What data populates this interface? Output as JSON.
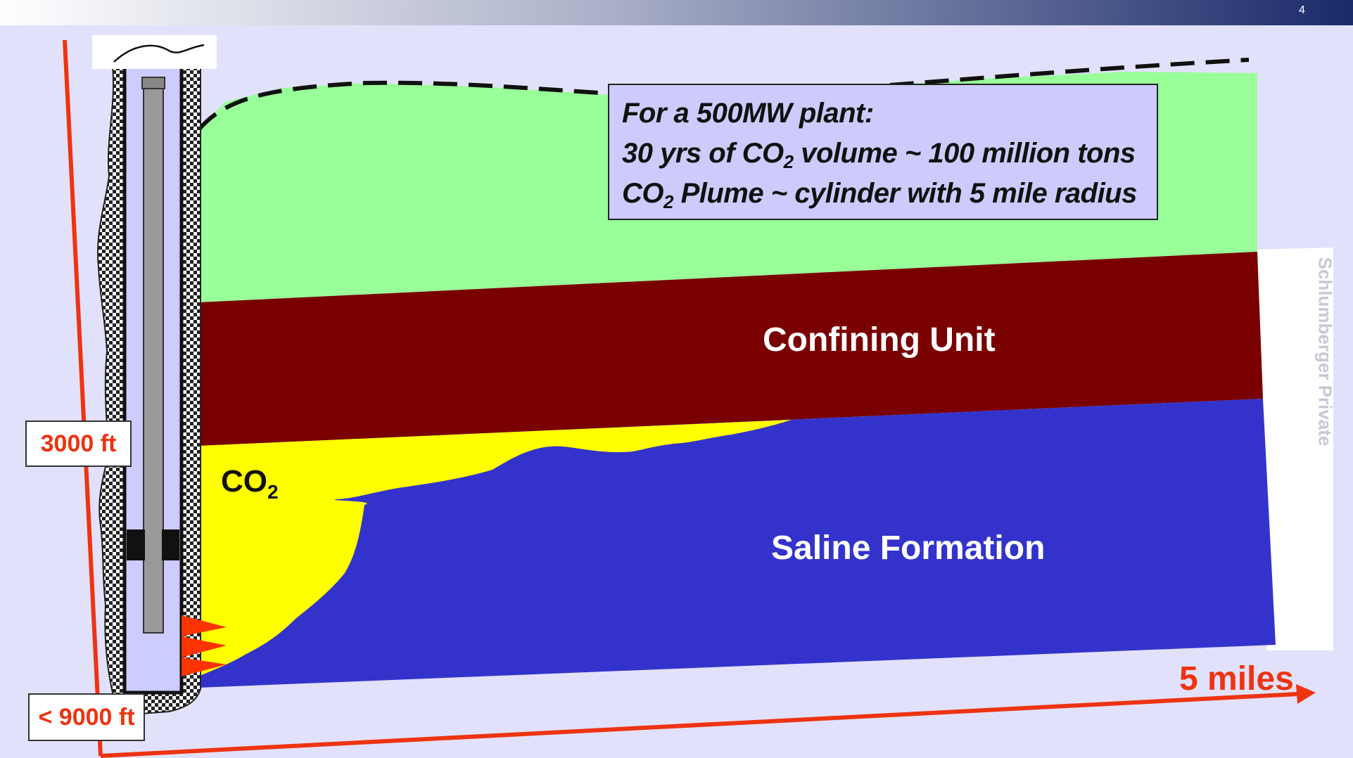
{
  "slide": {
    "page_number": "4",
    "watermark": "Schlumberger Private"
  },
  "info_box": {
    "line1": "For a 500MW plant:",
    "line2_prefix": "30 yrs of CO",
    "line2_sub": "2",
    "line2_suffix": " volume ~ 100 million tons",
    "line3_prefix": "CO",
    "line3_sub": "2",
    "line3_suffix": " Plume ~ cylinder with 5 mile radius"
  },
  "layers": {
    "confining_unit": "Confining Unit",
    "saline_formation": "Saline Formation"
  },
  "plume_label": {
    "prefix": "CO",
    "sub": "2"
  },
  "depth_markers": {
    "upper": "3000 ft",
    "lower": "< 9000 ft"
  },
  "scale": {
    "distance": "5 miles"
  },
  "colors": {
    "background": "#e2e1fb",
    "overburden": "#99ff99",
    "confining_unit": "#7a0000",
    "saline_formation": "#3333cc",
    "co2_plume": "#ffff00",
    "well_casing": "#ccccff",
    "tubing": "#999999",
    "perforations": "#ff3300",
    "axis": "#ee3311",
    "info_box": "#cccbfb"
  }
}
